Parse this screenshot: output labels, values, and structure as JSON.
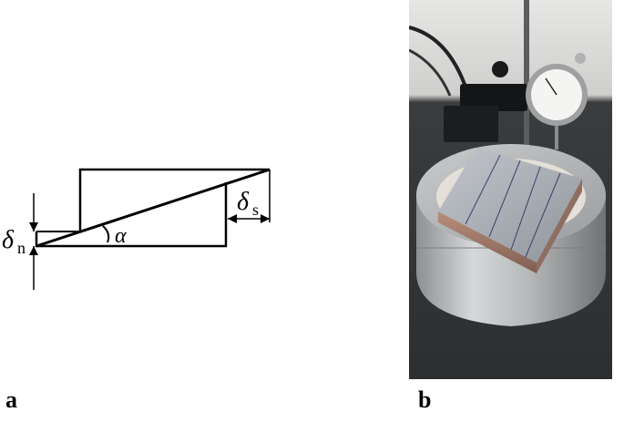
{
  "panel_a": {
    "label": "a",
    "symbols": {
      "normal_disp": "δ",
      "normal_sub": "n",
      "shear_disp": "δ",
      "shear_sub": "s",
      "angle": "α"
    }
  },
  "panel_b": {
    "label": "b"
  }
}
